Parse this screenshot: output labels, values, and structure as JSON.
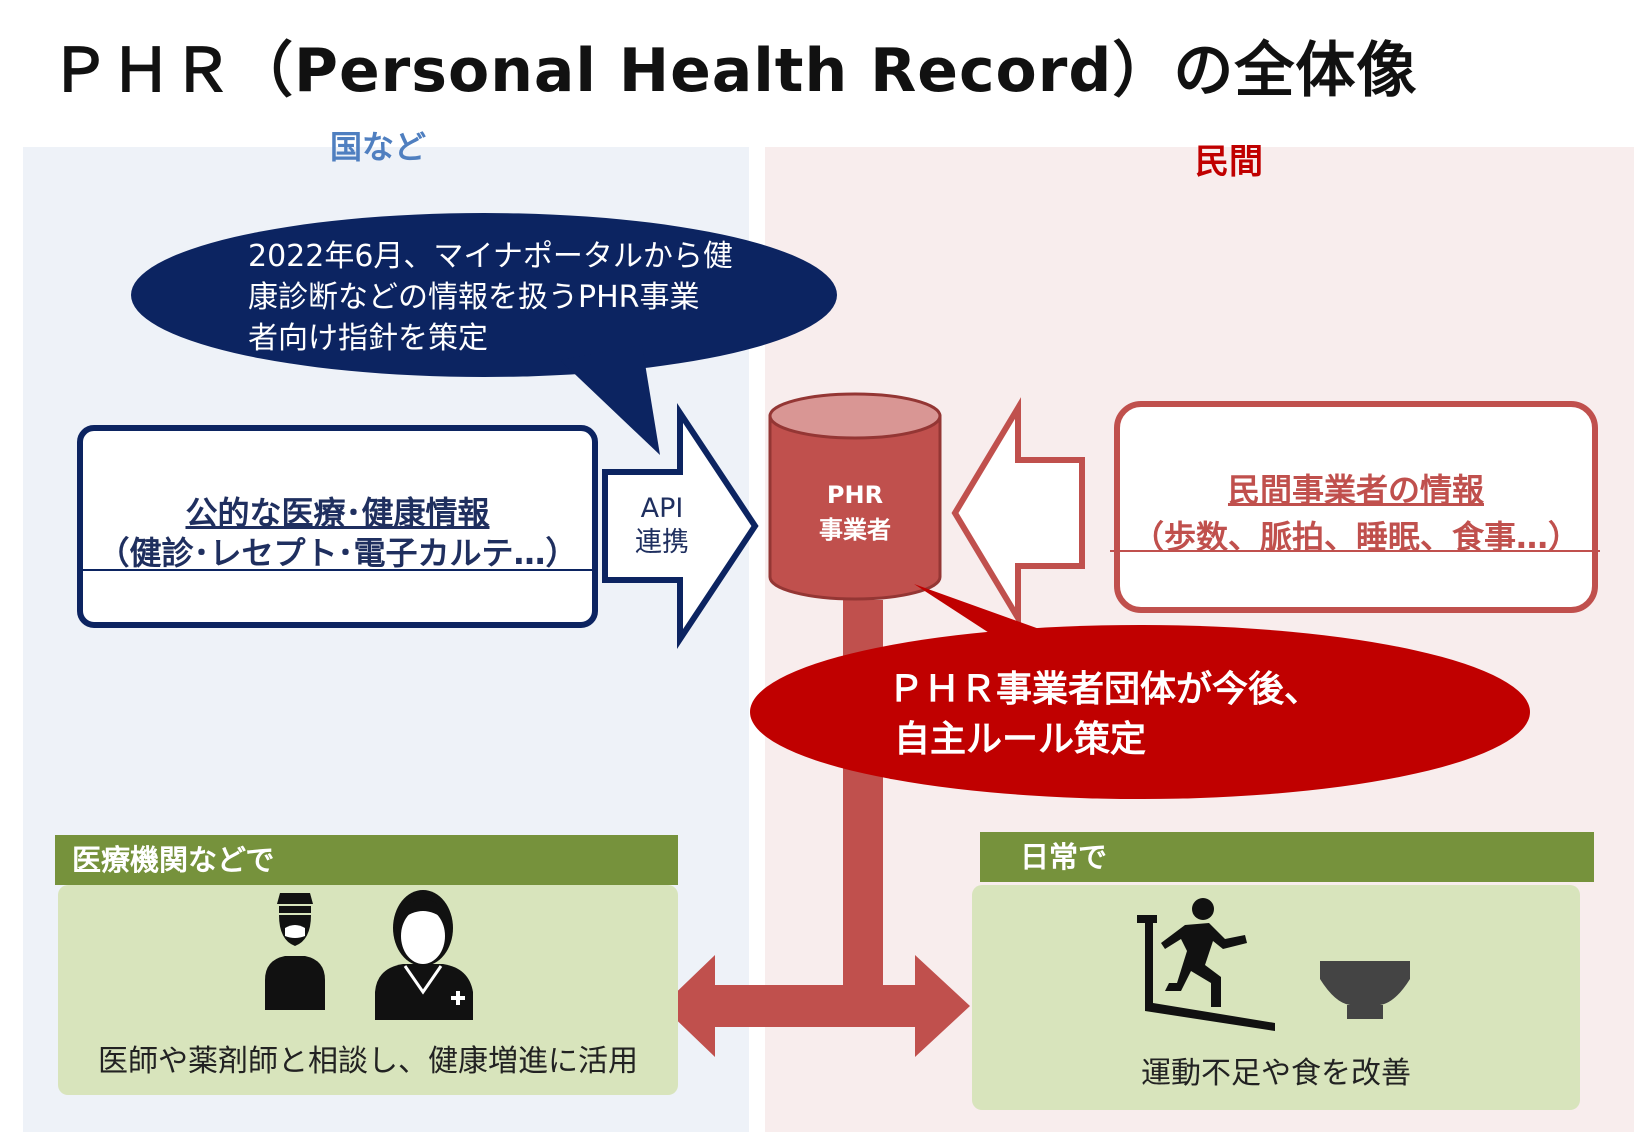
{
  "title": "ＰＨＲ（Personal Health Record）の全体像",
  "regions": {
    "left_label": "国など",
    "right_label": "民間"
  },
  "bubble_government": {
    "lines": [
      "2022年6月、マイナポータルから健",
      "康診断などの情報を扱うPHR事業",
      "者向け指針を策定"
    ]
  },
  "public_info": {
    "title": "公的な医療･健康情報",
    "subtitle": "（健診･レセプト･電子カルテ…）"
  },
  "api_arrow": {
    "line1": "API",
    "line2": "連携"
  },
  "phr_operator": {
    "line1": "PHR",
    "line2": "事業者"
  },
  "private_info": {
    "title": "民間事業者の情報",
    "subtitle": "（歩数、脈拍、睡眠、食事…）"
  },
  "bubble_private": {
    "line1": "ＰＨＲ事業者団体が今後、",
    "line2": "自主ルール策定"
  },
  "medical": {
    "header": "医療機関などで",
    "caption": "医師や薬剤師と相談し、健康増進に活用",
    "icons": [
      "pharmacist-icon",
      "doctor-icon"
    ]
  },
  "daily": {
    "header": "日常で",
    "caption": "運動不足や食を改善",
    "icons": [
      "treadmill-runner-icon",
      "bowl-icon"
    ]
  },
  "colors": {
    "navy": "#0c2461",
    "red": "#c00000",
    "brick": "#c0504d",
    "green_header": "#76923c",
    "green_box": "#d8e4bc",
    "left_bg": "#eef2f8",
    "right_bg": "#f8eded"
  }
}
